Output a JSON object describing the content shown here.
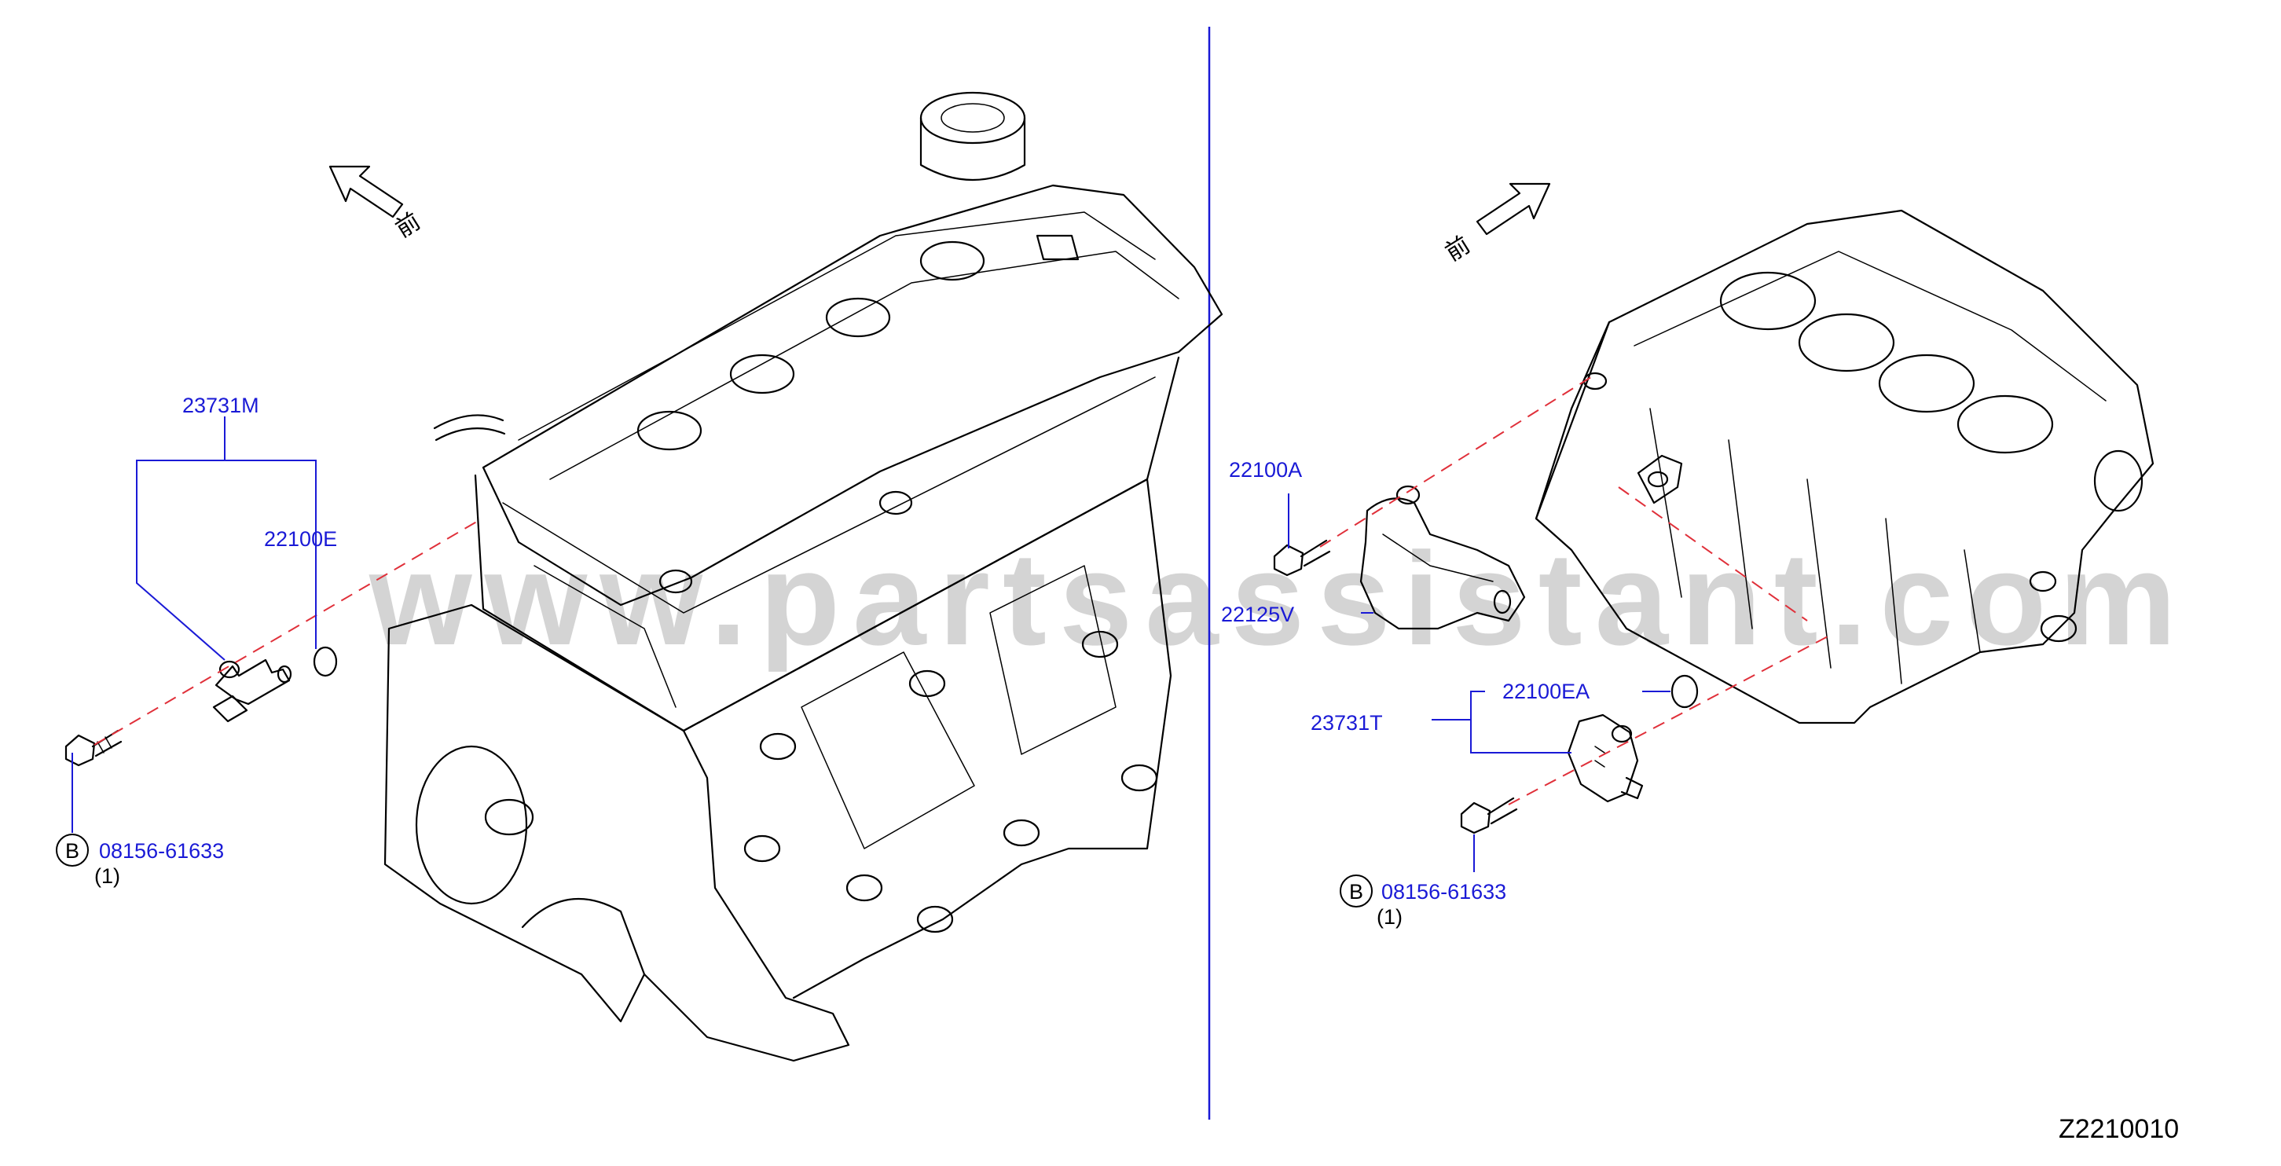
{
  "watermark": "www.partsassistant.com",
  "diagram_code": "Z2210010",
  "front_label": "前",
  "colors": {
    "label_blue": "#1a1ad6",
    "leader_red": "#e0303a",
    "watermark_gray": "#d4d4d4"
  },
  "left_view": {
    "sensor_part": "23731M",
    "o_ring_part": "22100E",
    "bolt_circle": "B",
    "bolt_part": "08156-61633",
    "bolt_qty": "(1)"
  },
  "right_view": {
    "bolt_top_part": "22100A",
    "bracket_part": "22125V",
    "o_ring_part": "22100EA",
    "sensor_part": "23731T",
    "bolt_circle": "B",
    "bolt_part": "08156-61633",
    "bolt_qty": "(1)"
  }
}
